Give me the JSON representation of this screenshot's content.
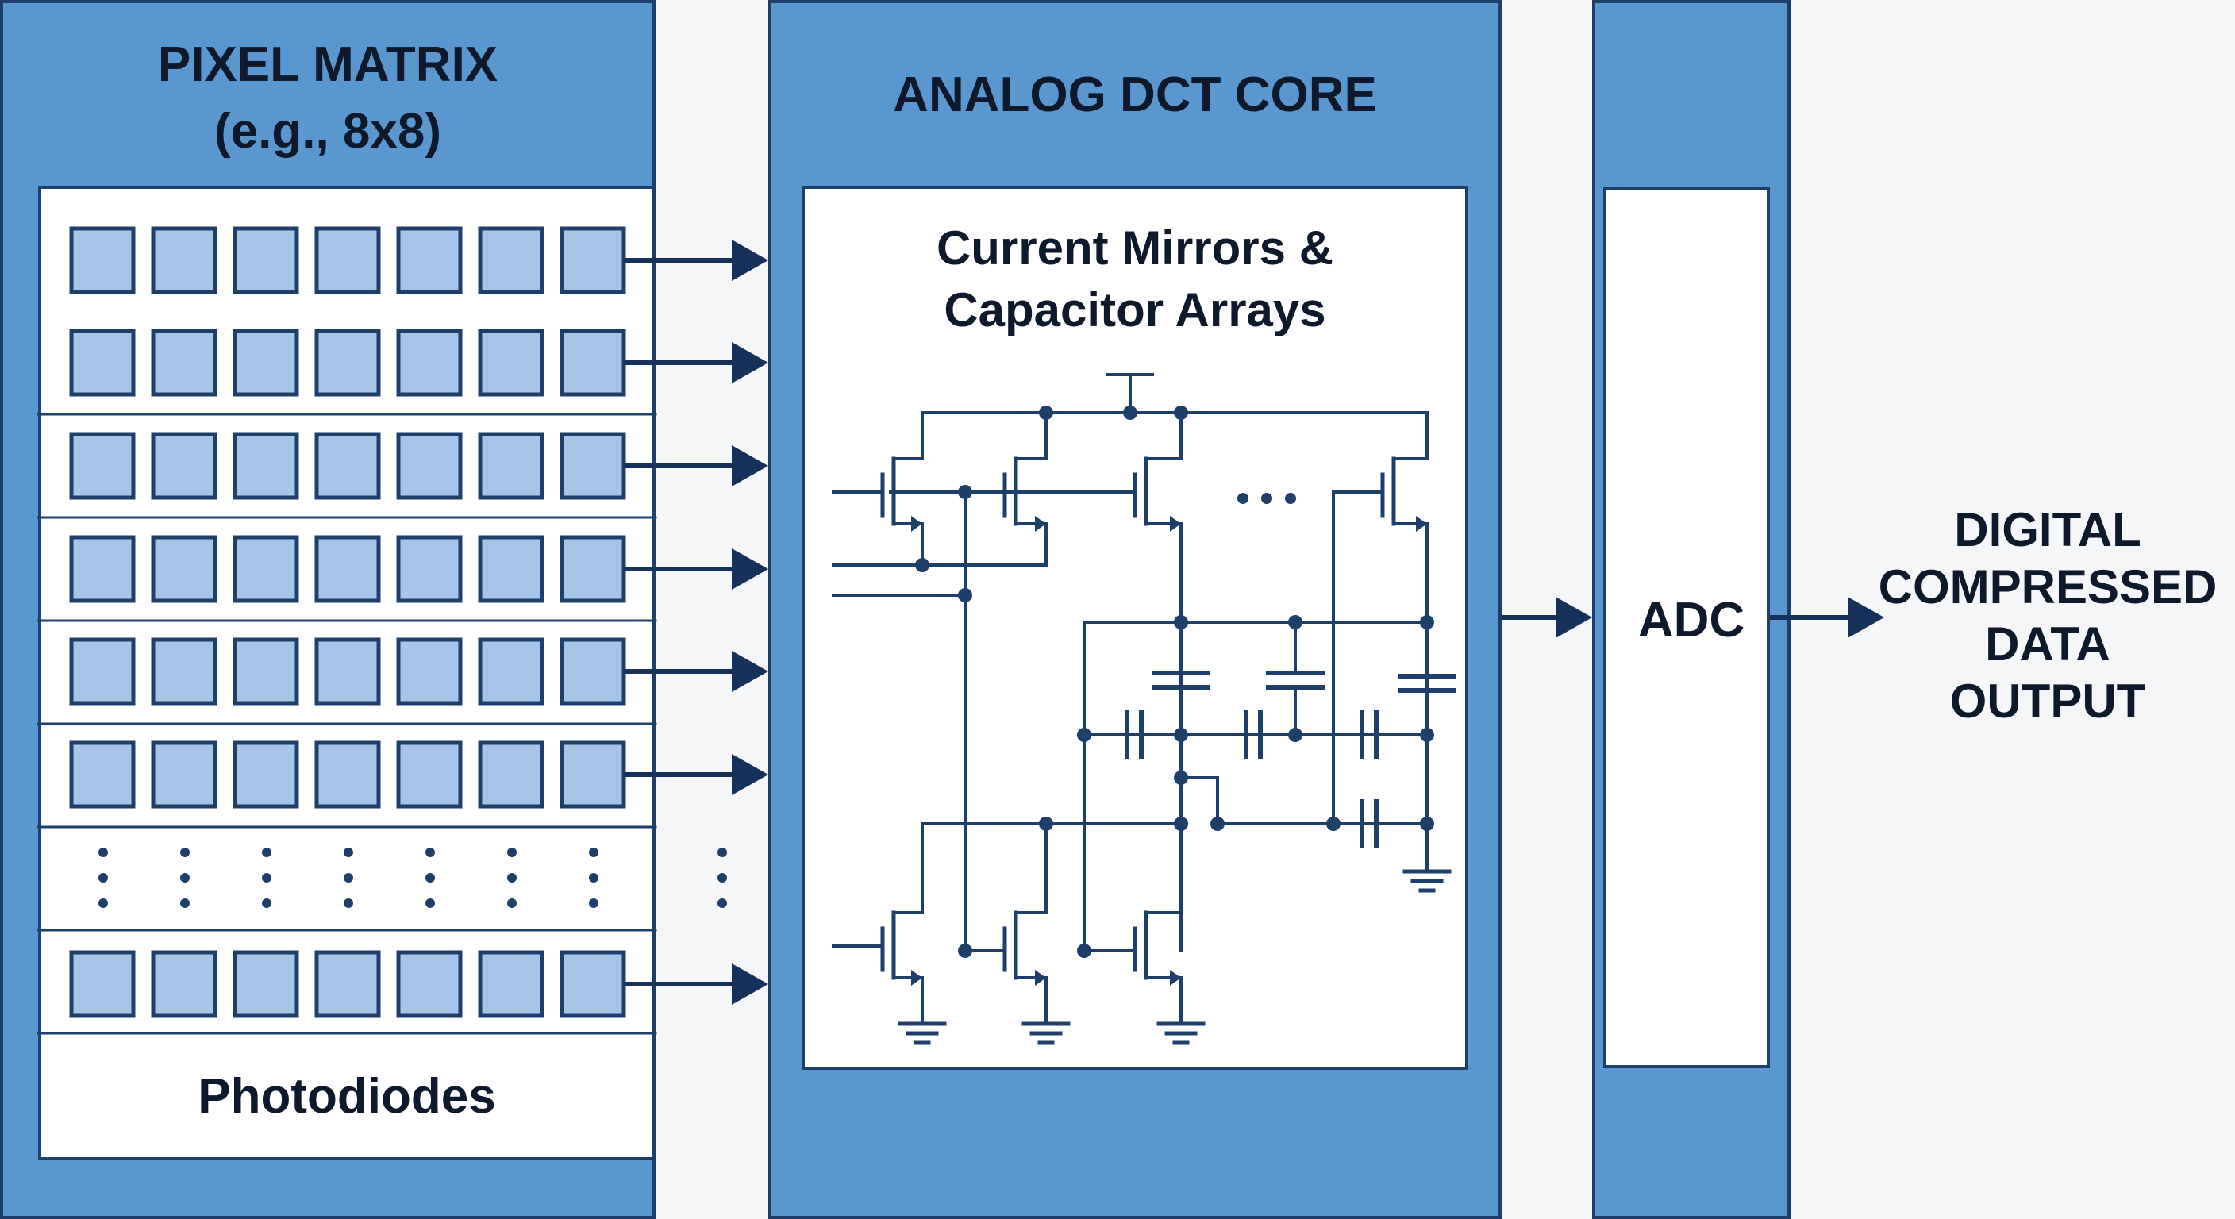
{
  "pixel_matrix": {
    "title_line1": "PIXEL MATRIX",
    "title_line2": "(e.g., 8x8)",
    "footer_label": "Photodiodes"
  },
  "dct_core": {
    "title": "ANALOG DCT CORE",
    "subtitle_line1": "Current Mirrors &",
    "subtitle_line2": "Capacitor Arrays"
  },
  "adc": {
    "label": "ADC"
  },
  "output": {
    "lines": [
      "DIGITAL",
      "COMPRESSED",
      "DATA",
      "OUTPUT"
    ]
  },
  "colors": {
    "panel_fill": "#5b97cf",
    "border": "#1f3f6b",
    "pixel_cell_fill": "#a7c5e6",
    "wire": "#1f3f6b",
    "arrow": "#16325a"
  }
}
